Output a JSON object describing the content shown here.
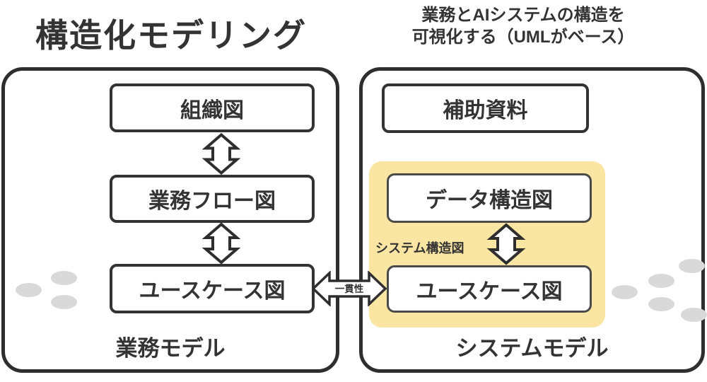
{
  "header": {
    "title": "構造化モデリング",
    "subtitle_line1": "業務とAIシステムの構造を",
    "subtitle_line2": "可視化する（UMLがベース）"
  },
  "business_model": {
    "label": "業務モデル",
    "boxes": [
      "組織図",
      "業務フロー図",
      "ユースケース図"
    ]
  },
  "system_model": {
    "label": "システムモデル",
    "helper_box": "補助資料",
    "group": {
      "label": "システム構造図",
      "boxes": [
        "データ構造図",
        "ユースケース図"
      ]
    }
  },
  "consistency": {
    "label": "一貫性"
  },
  "colors": {
    "ink": "#2e2e2e",
    "text": "#333333",
    "highlight_yellow": "#fbe5a3",
    "dot_gray": "#d9d9d9",
    "box_fill": "#ffffff"
  }
}
